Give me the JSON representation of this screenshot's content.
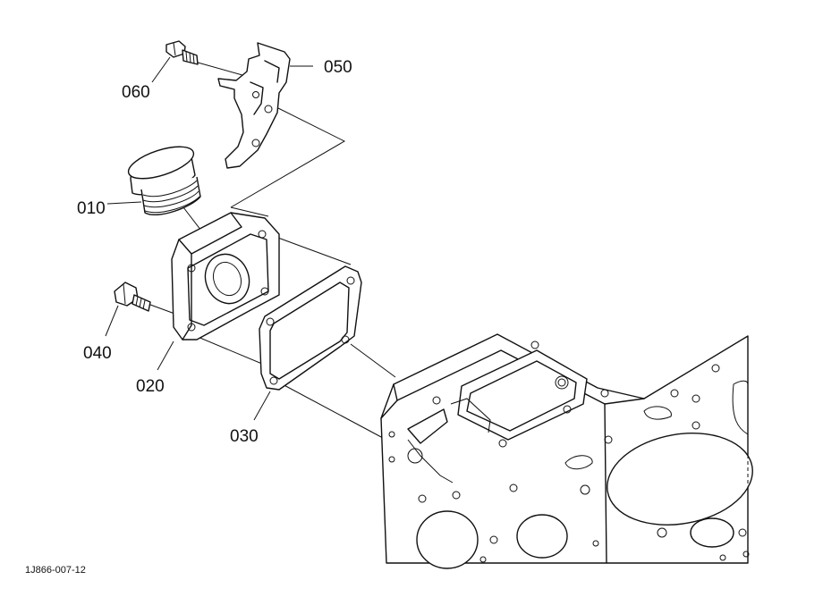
{
  "callouts": [
    {
      "id": "p050",
      "label": "050"
    },
    {
      "id": "p060",
      "label": "060"
    },
    {
      "id": "p010",
      "label": "010"
    },
    {
      "id": "p040",
      "label": "040"
    },
    {
      "id": "p020",
      "label": "020"
    },
    {
      "id": "p030",
      "label": "030"
    }
  ],
  "figure_id": "1J866-007-12"
}
